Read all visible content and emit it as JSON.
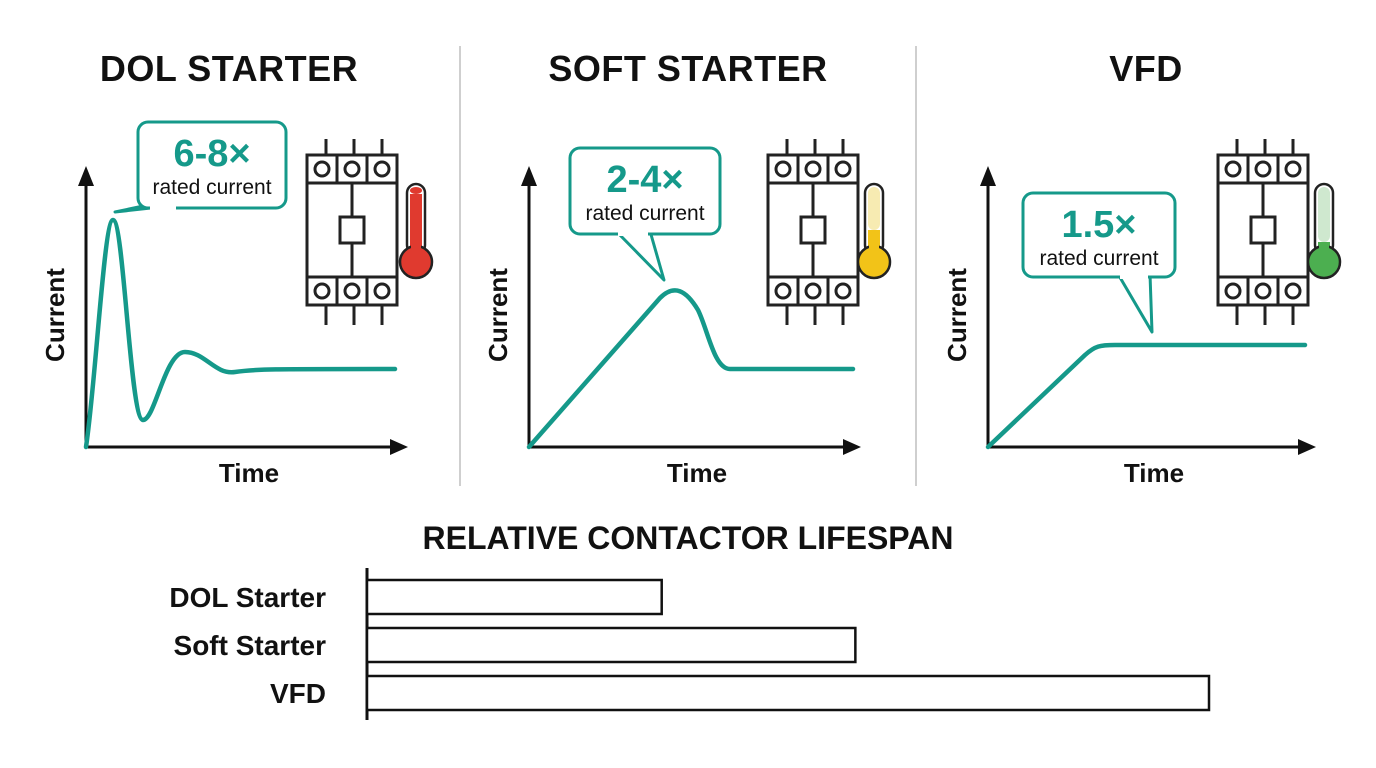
{
  "panels": [
    {
      "title": "DOL STARTER",
      "callout_value": "6-8×",
      "callout_label": "rated current",
      "y_axis_label": "Current",
      "x_axis_label": "Time",
      "curve": "dol",
      "thermometer_level": "high",
      "thermometer_color": "#e03a2f"
    },
    {
      "title": "SOFT STARTER",
      "callout_value": "2-4×",
      "callout_label": "rated current",
      "y_axis_label": "Current",
      "x_axis_label": "Time",
      "curve": "soft",
      "thermometer_level": "medium",
      "thermometer_color": "#f2c318"
    },
    {
      "title": "VFD",
      "callout_value": "1.5×",
      "callout_label": "rated current",
      "y_axis_label": "Current",
      "x_axis_label": "Time",
      "curve": "vfd",
      "thermometer_level": "low",
      "thermometer_color": "#4caf50"
    }
  ],
  "colors": {
    "curve": "#15998a",
    "callout_border": "#15998a",
    "callout_value": "#15998a",
    "text": "#111111"
  },
  "icons": [
    "contactor-icon",
    "thermometer-icon"
  ],
  "lifespan": {
    "title": "RELATIVE CONTACTOR LIFESPAN",
    "chart_data": {
      "type": "bar",
      "categories": [
        "DOL Starter",
        "Soft Starter",
        "VFD"
      ],
      "values": [
        35,
        58,
        100
      ]
    }
  }
}
